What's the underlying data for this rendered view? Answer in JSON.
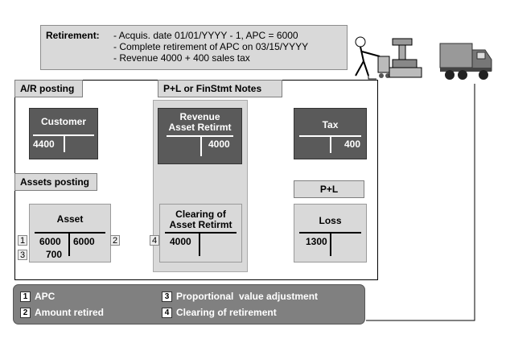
{
  "retirement": {
    "label": "Retirement:",
    "lines": [
      "- Acquis. date 01/01/YYYY - 1, APC = 6000",
      "- Complete retirement of APC on 03/15/YYYY",
      "- Revenue 4000 + 400 sales tax"
    ]
  },
  "sections": {
    "ar_posting": "A/R posting",
    "pl_notes": "P+L or FinStmt Notes",
    "assets_posting": "Assets posting",
    "pl": "P+L"
  },
  "accounts": {
    "customer": {
      "title": "Customer",
      "debit": "4400",
      "credit": ""
    },
    "revenue": {
      "title_line1": "Revenue",
      "title_line2": "Asset Retirmt",
      "debit": "",
      "credit": "4000"
    },
    "tax": {
      "title": "Tax",
      "debit": "",
      "credit": "400"
    },
    "asset": {
      "title": "Asset",
      "debit": "6000",
      "debit2": "700",
      "credit": "6000",
      "badge_debit": "1",
      "badge_debit2": "3",
      "badge_credit": "2"
    },
    "clearing": {
      "title_line1": "Clearing of",
      "title_line2": "Asset Retirmt",
      "debit": "4000",
      "badge": "4"
    },
    "loss": {
      "title": "Loss",
      "debit": "1300"
    }
  },
  "legend": [
    {
      "num": "1",
      "label": "APC"
    },
    {
      "num": "2",
      "label": "Amount retired"
    },
    {
      "num": "3",
      "label": "Proportional  value adjustment"
    },
    {
      "num": "4",
      "label": "Clearing of retirement"
    }
  ],
  "colors": {
    "panel": "#d9d9d9",
    "dark_account": "#5a5a5a",
    "legend": "#808080"
  }
}
